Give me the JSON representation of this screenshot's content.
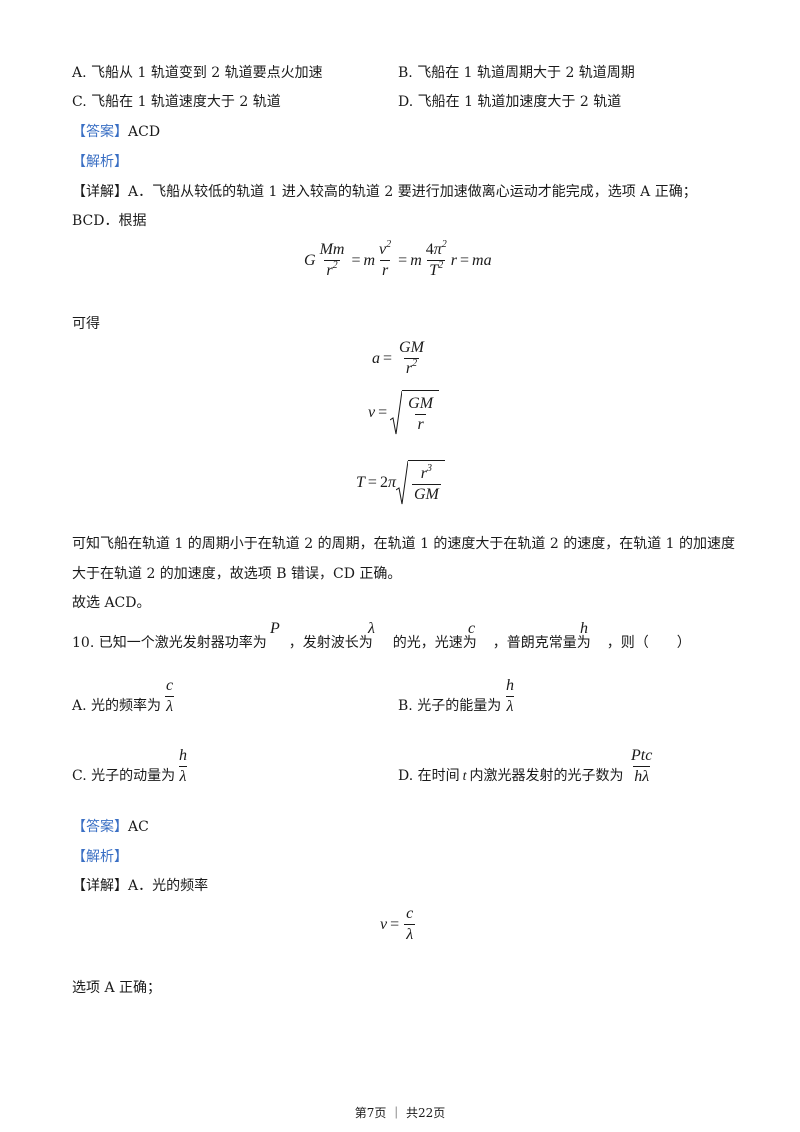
{
  "q9_options": {
    "A": "A. 飞船从 1 轨道变到 2 轨道要点火加速",
    "B": "B. 飞船在 1 轨道周期大于 2 轨道周期",
    "C": "C. 飞船在 1 轨道速度大于 2 轨道",
    "D": "D. 飞船在 1 轨道加速度大于 2 轨道"
  },
  "q9_answer_label": "【答案】",
  "q9_answer": "ACD",
  "q9_analysis_label": "【解析】",
  "q9_detail_1": "【详解】A．飞船从较低的轨道 1 进入较高的轨道 2 要进行加速做离心运动才能完成，选项 A 正确；",
  "q9_detail_2": "BCD．根据",
  "q9_kede": "可得",
  "q9_conclusion_1": "可知飞船在轨道 1 的周期小于在轨道 2 的周期，在轨道 1 的速度大于在轨道 2 的速度，在轨道 1 的加速度",
  "q9_conclusion_2": "大于在轨道 2 的加速度，故选项 B 错误，CD 正确。",
  "q9_final": "故选 ACD。",
  "q10": {
    "part1": "10. 已知一个激光发射器功率为",
    "var_P": "P",
    "part2": "，发射波长为",
    "var_lambda": "λ",
    "part3": "的光，光速为",
    "var_c": "c",
    "part4": "，普朗克常量为",
    "var_h": "h",
    "part5": "，则（　　）"
  },
  "q10_options": {
    "A": "A. 光的频率为",
    "A_num": "c",
    "A_den": "λ",
    "B": "B. 光子的能量为",
    "B_num": "h",
    "B_den": "λ",
    "C": "C. 光子的动量为",
    "C_num": "h",
    "C_den": "λ",
    "D_pre": "D. 在时间",
    "D_t": "t",
    "D_post": "内激光器发射的光子数为",
    "D_num": "Ptc",
    "D_den": "hλ"
  },
  "q10_answer_label": "【答案】",
  "q10_answer": "AC",
  "q10_analysis_label": "【解析】",
  "q10_detail": "【详解】A．光的频率",
  "q10_correct": "选项 A 正确；",
  "footer": "第7页 ｜ 共22页"
}
